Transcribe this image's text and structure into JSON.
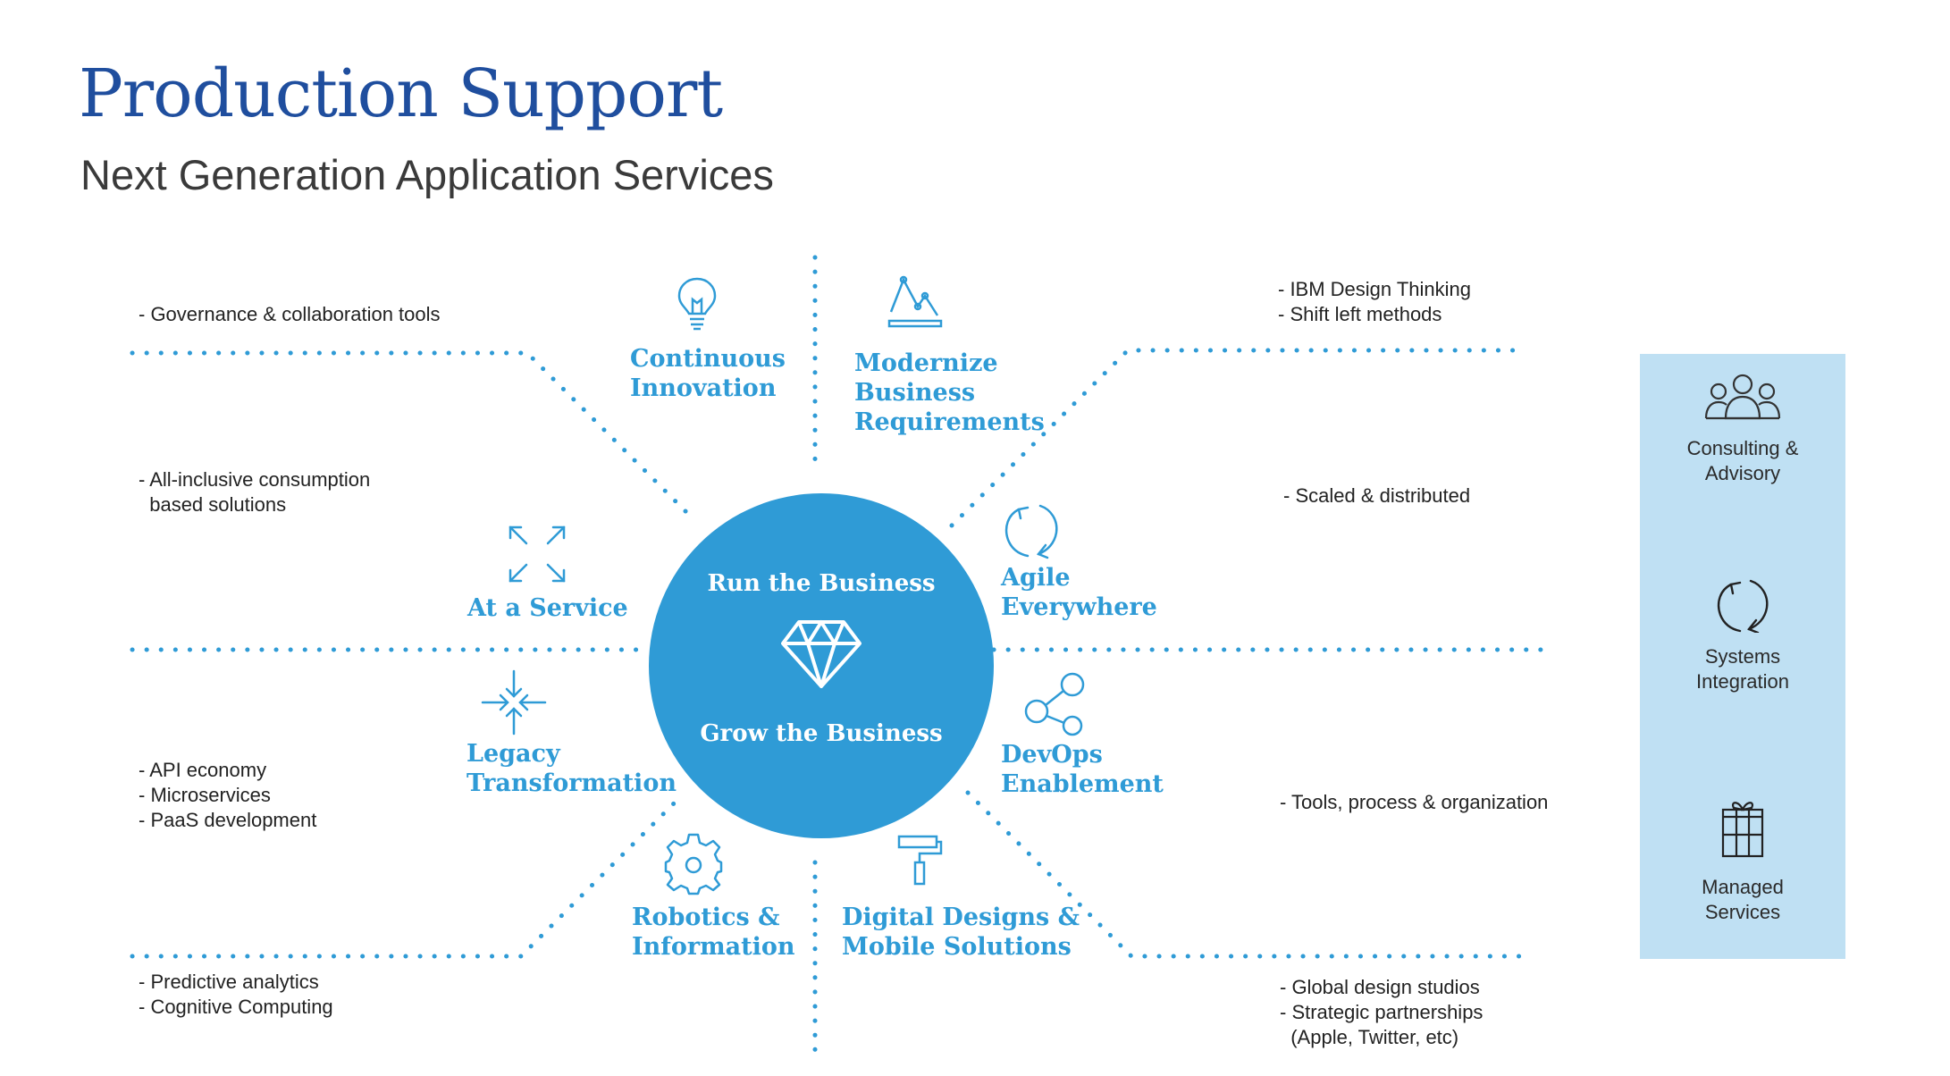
{
  "title": "Production Support",
  "subtitle": "Next Generation Application Services",
  "hub": {
    "top": "Run the Business",
    "bottom": "Grow the Business",
    "icon": "diamond-icon"
  },
  "services": [
    {
      "lines": [
        "Continuous",
        "Innovation"
      ],
      "icon": "lightbulb-icon"
    },
    {
      "lines": [
        "Modernize",
        "Business",
        "Requirements"
      ],
      "icon": "line-chart-icon"
    },
    {
      "lines": [
        "Agile",
        "Everywhere"
      ],
      "icon": "refresh-icon"
    },
    {
      "lines": [
        "DevOps",
        "Enablement"
      ],
      "icon": "share-icon"
    },
    {
      "lines": [
        "Digital Designs &",
        "Mobile Solutions"
      ],
      "icon": "paint-roller-icon"
    },
    {
      "lines": [
        "Robotics &",
        "Information"
      ],
      "icon": "gear-icon"
    },
    {
      "lines": [
        "Legacy",
        "Transformation"
      ],
      "icon": "compress-icon"
    },
    {
      "lines": [
        "At a Service"
      ],
      "icon": "expand-icon"
    }
  ],
  "notes": {
    "governance": "- Governance & collaboration tools",
    "consumption": "- All-inclusive consumption\n  based solutions",
    "api": "- API economy\n- Microservices\n- PaaS development",
    "predictive": "- Predictive analytics\n- Cognitive Computing",
    "design": "- IBM Design Thinking\n- Shift left methods",
    "scaled": "- Scaled & distributed",
    "tools": "- Tools, process & organization",
    "global": "- Global design studios\n- Strategic partnerships\n  (Apple, Twitter, etc)"
  },
  "sidebar": [
    {
      "lines": [
        "Consulting &",
        "Advisory"
      ],
      "icon": "team-icon"
    },
    {
      "lines": [
        "Systems",
        "Integration"
      ],
      "icon": "cycle-icon"
    },
    {
      "lines": [
        "Managed",
        "Services"
      ],
      "icon": "gift-box-icon"
    }
  ],
  "colors": {
    "accent": "#2f9bd6",
    "title": "#1f4e9e",
    "sidebar": "#bfe0f3"
  }
}
